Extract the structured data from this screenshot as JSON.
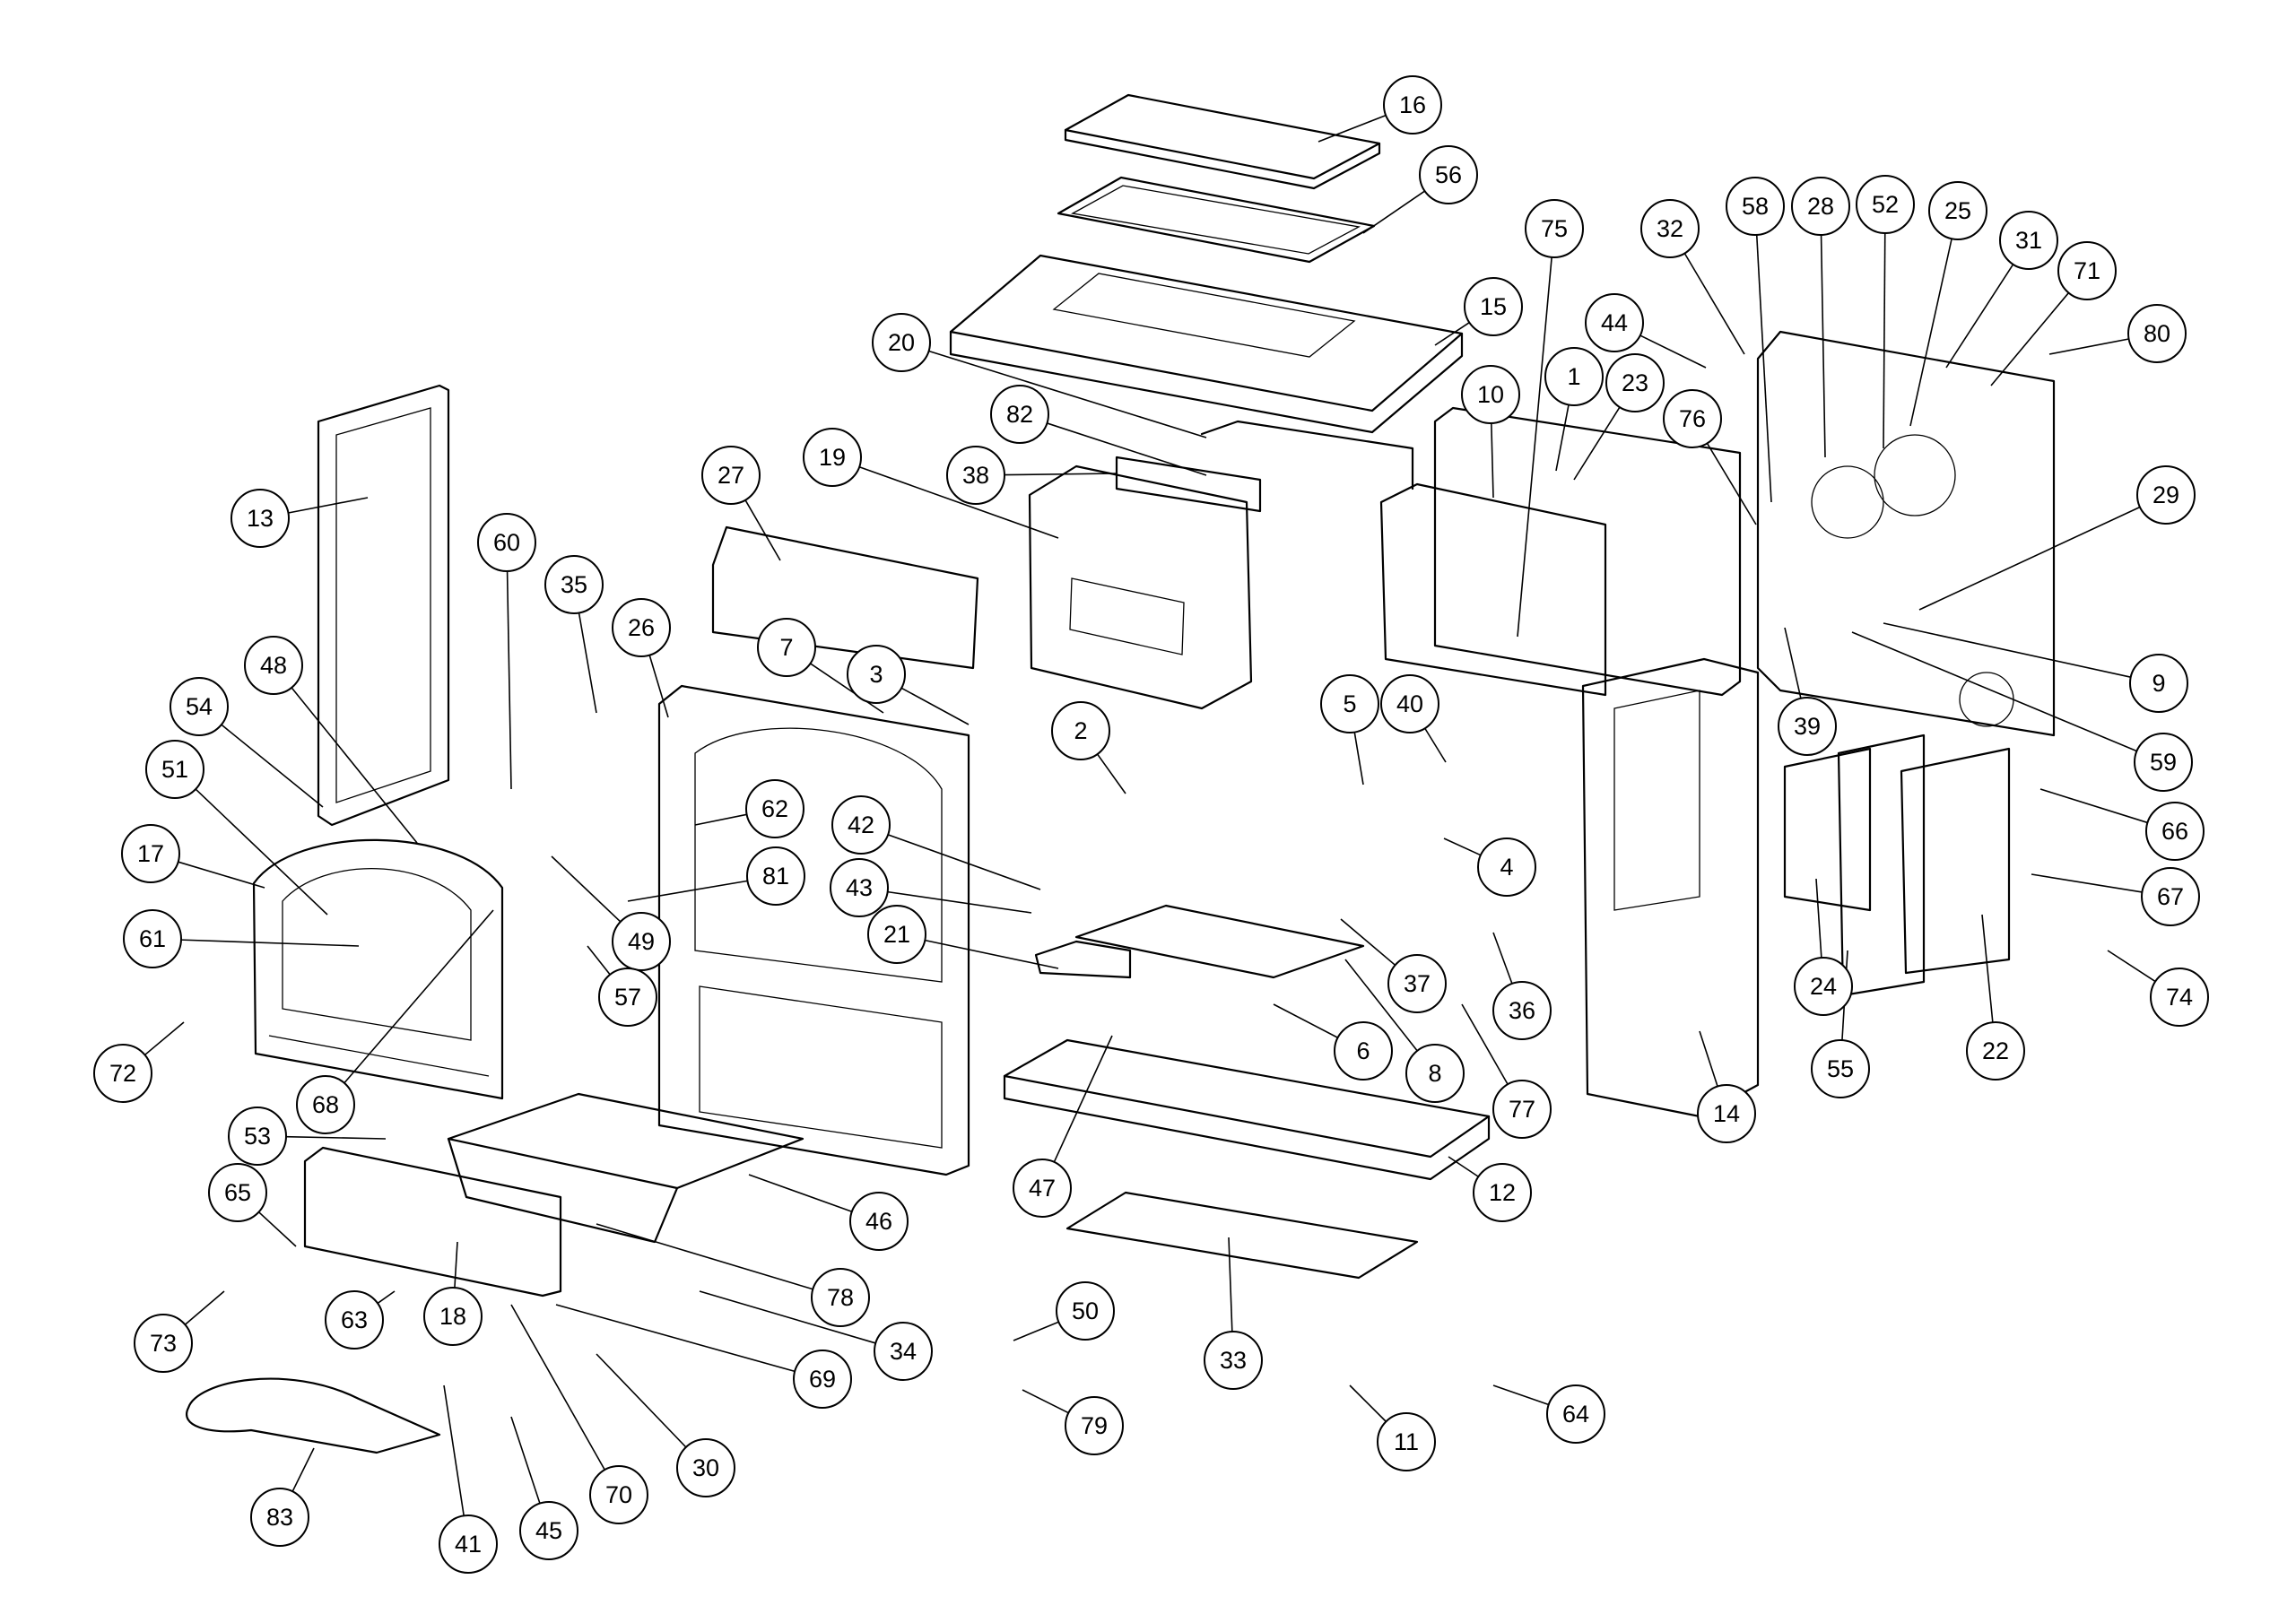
{
  "callouts": [
    "1",
    "2",
    "3",
    "4",
    "5",
    "6",
    "7",
    "8",
    "9",
    "10",
    "11",
    "12",
    "13",
    "14",
    "15",
    "16",
    "17",
    "18",
    "19",
    "20",
    "21",
    "22",
    "23",
    "24",
    "25",
    "26",
    "27",
    "28",
    "29",
    "30",
    "31",
    "32",
    "33",
    "34",
    "35",
    "36",
    "37",
    "38",
    "39",
    "40",
    "41",
    "42",
    "43",
    "44",
    "45",
    "46",
    "47",
    "48",
    "49",
    "50",
    "51",
    "52",
    "53",
    "54",
    "55",
    "56",
    "57",
    "58",
    "59",
    "60",
    "61",
    "62",
    "63",
    "64",
    "65",
    "66",
    "67",
    "68",
    "69",
    "70",
    "71",
    "72",
    "73",
    "74",
    "75",
    "76",
    "77",
    "78",
    "79",
    "80",
    "81",
    "82",
    "83"
  ],
  "colors": {
    "line": "#000000",
    "background": "#ffffff"
  }
}
